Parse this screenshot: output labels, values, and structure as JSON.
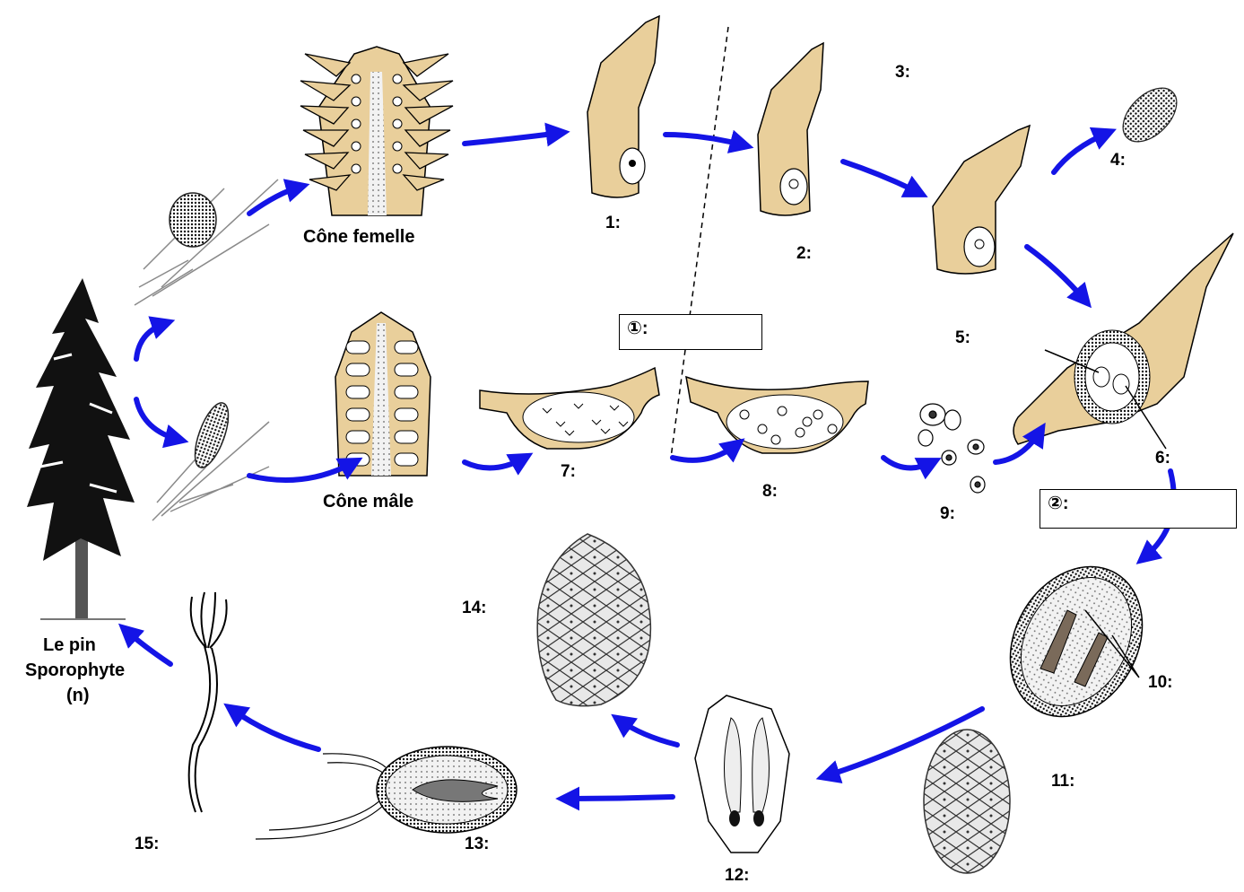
{
  "captions": {
    "cone_femelle": "Cône femelle",
    "cone_male": "Cône mâle",
    "pine_line1": "Le pin",
    "pine_line2": "Sporophyte",
    "pine_line3": "(n)"
  },
  "boxes": {
    "box1": "①:",
    "box2": "②:"
  },
  "labels": [
    "1:",
    "2:",
    "3:",
    "4:",
    "5:",
    "6:",
    "7:",
    "8:",
    "9:",
    "10:",
    "11:",
    "12:",
    "13:",
    "14:",
    "15:"
  ],
  "colors": {
    "arrow": "#1414e6",
    "tissue": "#e9cf9b",
    "outline": "#000000",
    "dark": "#222222"
  }
}
